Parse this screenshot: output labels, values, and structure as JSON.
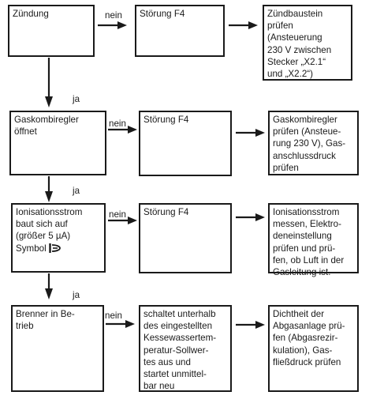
{
  "diagram": {
    "rows": [
      {
        "step": "Zündung",
        "no_label": "nein",
        "fault": "Störung F4",
        "action": "Zündbaustein\nprüfen\n(Ansteuerung\n230 V zwischen\nStecker „X2.1“\nund „X2.2“)",
        "yes_label": "ja"
      },
      {
        "step": "Gaskombiregler\nöffnet",
        "no_label": "nein",
        "fault": "Störung F4",
        "action": "Gaskombiregler\nprüfen (Ansteue-\nrung 230 V), Gas-\nanschlussdruck\nprüfen",
        "yes_label": "ja"
      },
      {
        "step": "Ionisationsstrom\nbaut sich auf\n(größer 5 µA)\nSymbol",
        "no_label": "nein",
        "fault": "Störung F4",
        "action": "Ionisationsstrom\nmessen, Elektro-\ndeneinstellung\nprüfen und prü-\nfen, ob Luft in der\nGasleitung ist.",
        "yes_label": "ja"
      },
      {
        "step": "Brenner in Be-\ntrieb",
        "no_label": "nein",
        "fault": "schaltet unterhalb\ndes eingestellten\nKessewassertem-\nperatur-Sollwer-\ntes aus und\nstartet unmittel-\nbar neu",
        "action": "Dichtheit der\nAbgasanlage prü-\nfen (Abgasrezir-\nkulation), Gas-\nfließdruck prüfen"
      }
    ],
    "symbol_icon": "flame-symbol-icon",
    "line_color": "#1a1a1a"
  }
}
